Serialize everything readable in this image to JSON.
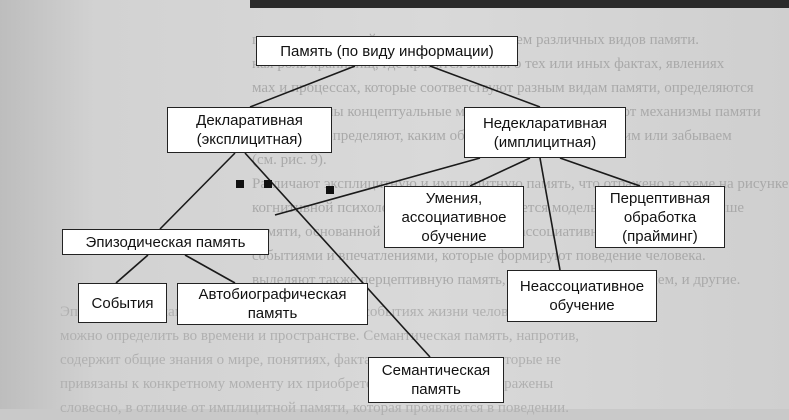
{
  "nodes": {
    "root": "Память (по виду информации)",
    "declarative": "Декларативная\n(эксплицитная)",
    "nondeclarative": "Недекларативная\n(имплицитная)",
    "episodic": "Эпизодическая память",
    "events": "События",
    "autobiographical": "Автобиографическая\nпамять",
    "semantic": "Семантическая\nпамять",
    "skills": "Умения,\nассоциативное\nобучение",
    "perceptual": "Перцептивная\nобработка\n(прайминг)",
    "nonassociative": "Неассоциативное\nобучение"
  },
  "background_text": {
    "upper": [
      "гих исследователей, связанных с изучением различных видов памяти.",
      "ная роль хранилищ, где хранятся знания о тех или иных фактах, явлениях",
      "мах и процессах, которые соответствуют разным видам памяти, определяются",
      "Представлены концептуальные модели, которые описывают механизмы памяти",
      "сознания и определяют, каким образом и почему мы помним или забываем",
      "(см. рис. 9).",
      "Различают эксплицитную и имплицитную память, что отражено в схеме на рисунке",
      "когнитивной психологии, где рассматривается модель, представленная выше",
      "памяти, основанной на опыте, а также на ассоциативной связи между",
      "событиями и впечатлениями, которые формируют поведение человека.",
      "выделяют также перцептивную память, связанную с восприятием, и другие."
    ],
    "lower": [
      "Эпизодическая память хранит воспоминания о событиях жизни человека, которые",
      "можно определить во времени и пространстве. Семантическая память, напротив,",
      "содержит общие знания о мире, понятиях, фактах, значениях слов, которые не",
      "привязаны к конкретному моменту их приобретения и могут быть выражены",
      "словесно, в отличие от имплицитной памяти, которая проявляется в поведении."
    ]
  }
}
